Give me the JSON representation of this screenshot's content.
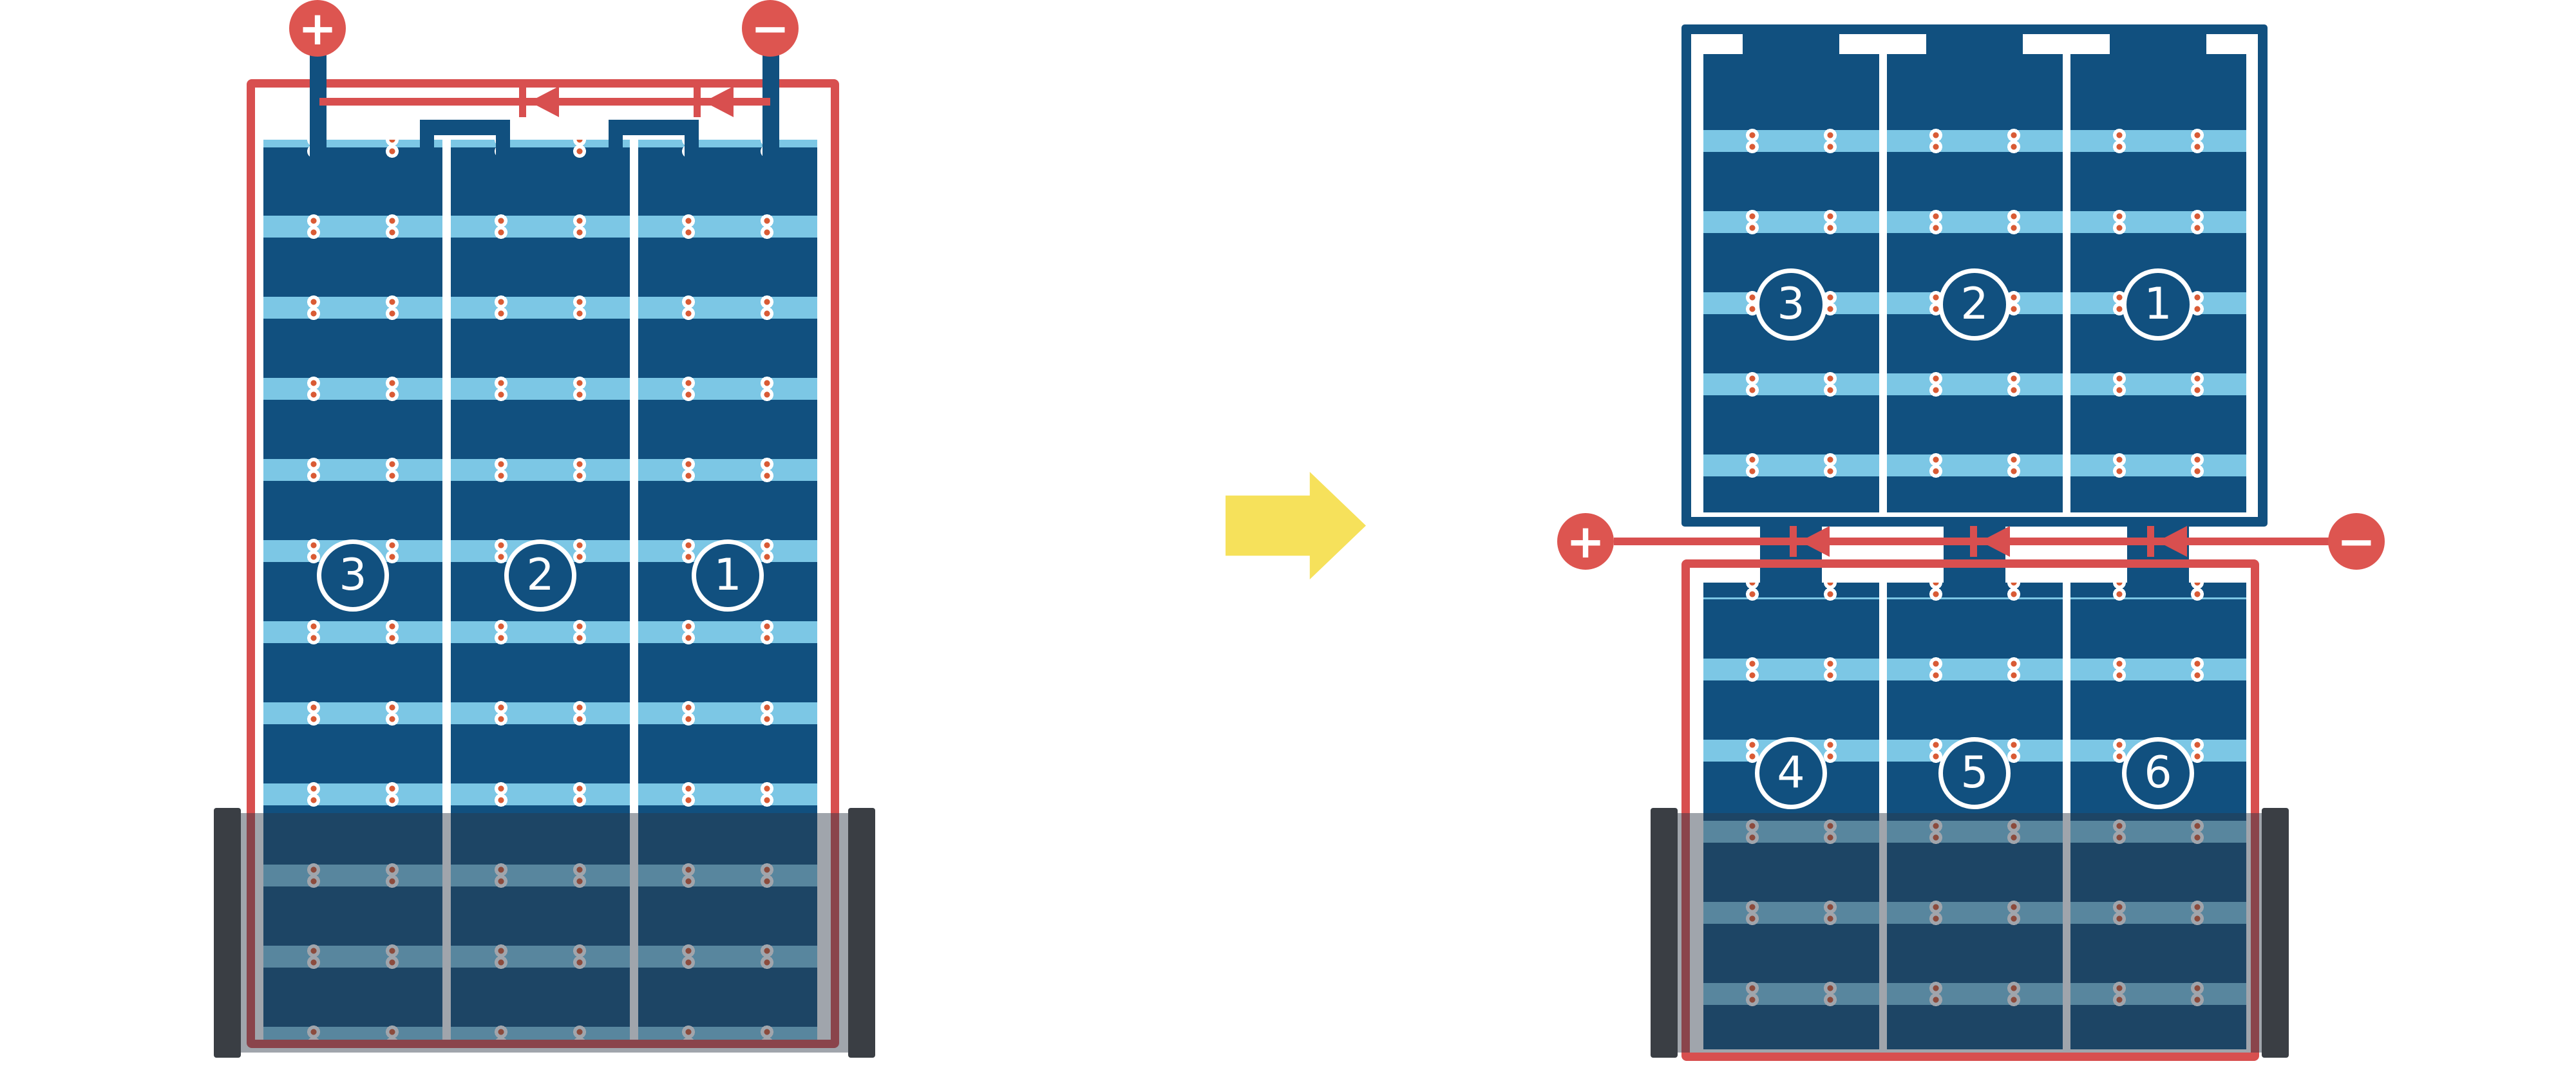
{
  "terminals": {
    "left_plus": "+",
    "left_minus": "−",
    "right_plus": "+",
    "right_minus": "−"
  },
  "left_panel": {
    "labels": [
      "3",
      "2",
      "1"
    ]
  },
  "right_top_module": {
    "labels": [
      "3",
      "2",
      "1"
    ]
  },
  "right_bottom_module": {
    "labels": [
      "4",
      "5",
      "6"
    ]
  },
  "colors": {
    "wire_red": "#d84f4f",
    "terminal_red": "#dd5550",
    "cell_navy": "#11507f",
    "panel_lightblue": "#7cc7e5",
    "arrow_yellow": "#f6e15b",
    "shade": "rgba(44,56,72,0.45)",
    "shade_bar": "#3a3e44",
    "dot_center": "#d95b35"
  }
}
